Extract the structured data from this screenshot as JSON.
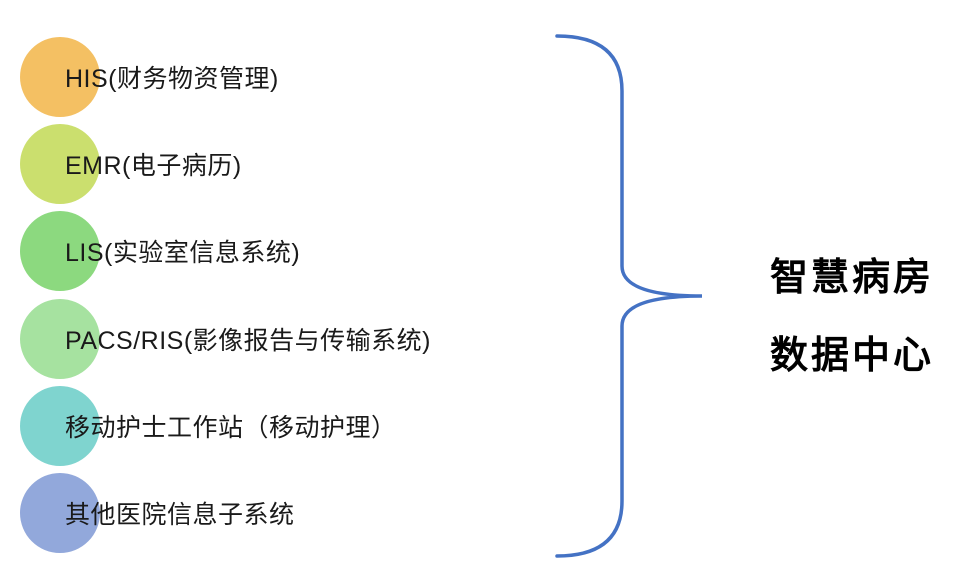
{
  "items": [
    {
      "label": "HIS(财务物资管理)",
      "color": "#F4C063"
    },
    {
      "label": "EMR(电子病历)",
      "color": "#CBDF6E"
    },
    {
      "label": "LIS(实验室信息系统)",
      "color": "#8CD97F"
    },
    {
      "label": "PACS/RIS(影像报告与传输系统)",
      "color": "#A6E2A0"
    },
    {
      "label": "移动护士工作站（移动护理）",
      "color": "#7FD4CF"
    },
    {
      "label": "其他医院信息子系统",
      "color": "#92A8DB"
    }
  ],
  "brace": {
    "color": "#4472C4"
  },
  "title": {
    "line1": "智慧病房",
    "line2": "数据中心"
  }
}
